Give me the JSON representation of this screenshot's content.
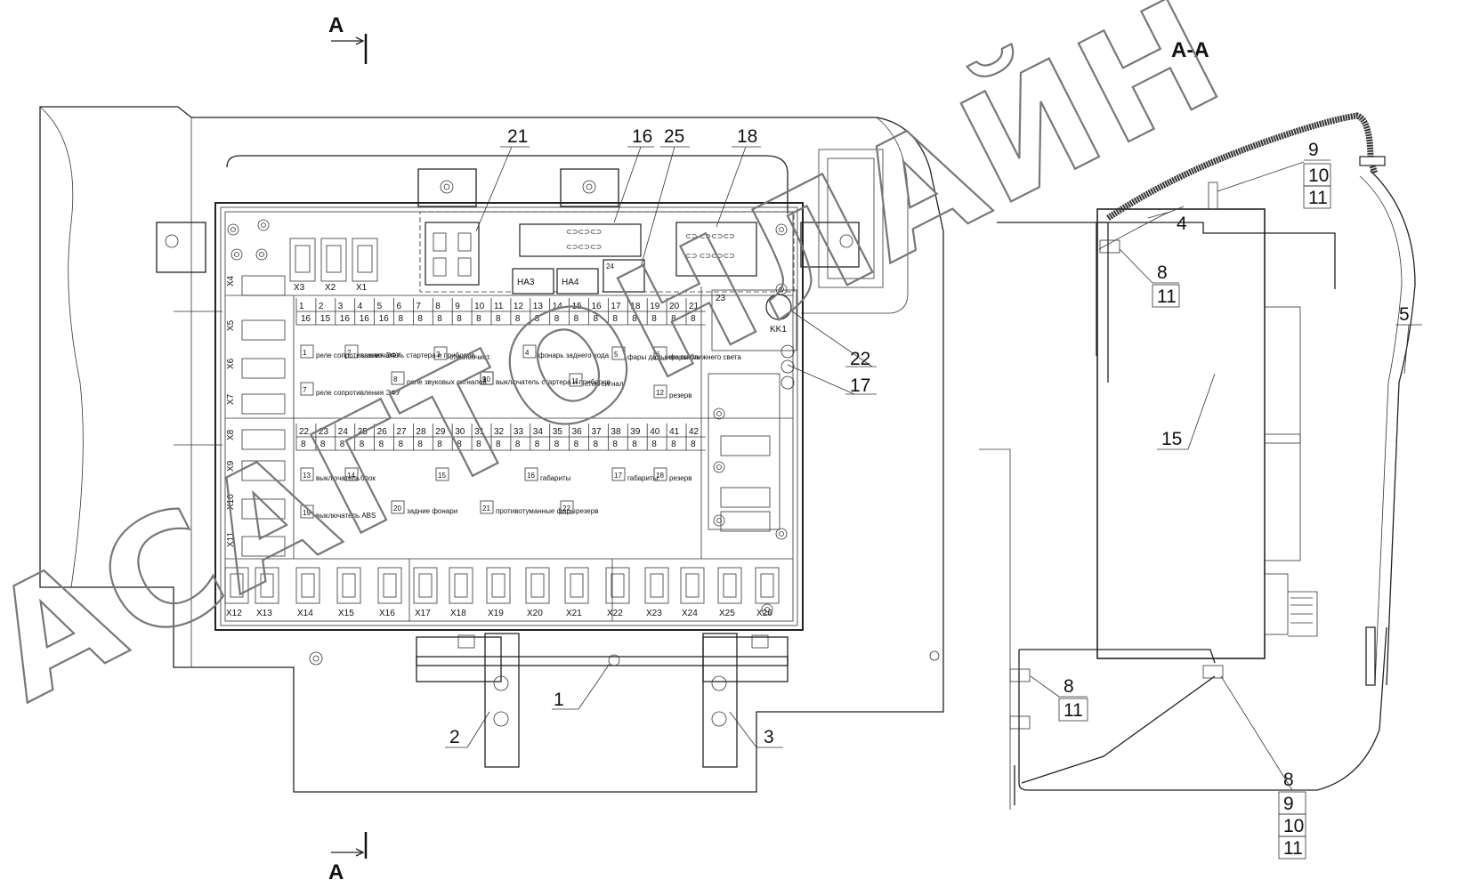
{
  "section": {
    "cut_letter": "A",
    "view_title": "A-A"
  },
  "callouts_main": [
    "1",
    "2",
    "3",
    "16",
    "17",
    "18",
    "21",
    "22",
    "25"
  ],
  "callouts_section": [
    "4",
    "5",
    "15"
  ],
  "callout_stacks": [
    [
      "9",
      "10",
      "11"
    ],
    [
      "8",
      "11"
    ],
    [
      "8",
      "11"
    ],
    [
      "8",
      "9",
      "10",
      "11"
    ]
  ],
  "connectors_top": [
    "X3",
    "X2",
    "X1"
  ],
  "connectors_left": [
    "X4",
    "X5",
    "X6",
    "X7",
    "X8",
    "X9",
    "X10",
    "X11"
  ],
  "connectors_bottom": [
    "X12",
    "X13",
    "X14",
    "X15",
    "X16",
    "X17",
    "X18",
    "X19",
    "X20",
    "X21",
    "X22",
    "X23",
    "X24",
    "X25",
    "X26"
  ],
  "relays": [
    "HA3",
    "HA4",
    "KK1"
  ],
  "relay_slots": [
    "23",
    "24"
  ],
  "fuse_row1": {
    "numbers": [
      "1",
      "2",
      "3",
      "4",
      "5",
      "6",
      "7",
      "8",
      "9",
      "10",
      "11",
      "12",
      "13",
      "14",
      "15",
      "16",
      "17",
      "18",
      "19",
      "20",
      "21"
    ],
    "ratings": [
      "16",
      "15",
      "16",
      "16",
      "16",
      "8",
      "8",
      "8",
      "8",
      "8",
      "8",
      "8",
      "8",
      "8",
      "8",
      "8",
      "8",
      "8",
      "8",
      "8",
      "8"
    ]
  },
  "fuse_row2": {
    "numbers": [
      "22",
      "23",
      "24",
      "25",
      "26",
      "27",
      "28",
      "29",
      "30",
      "31",
      "32",
      "33",
      "34",
      "35",
      "36",
      "37",
      "38",
      "39",
      "40",
      "41",
      "42"
    ],
    "ratings": [
      "8",
      "8",
      "8",
      "8",
      "8",
      "8",
      "8",
      "8",
      "8",
      "8",
      "8",
      "8",
      "8",
      "8",
      "8",
      "8",
      "8",
      "8",
      "8",
      "8",
      "8"
    ]
  },
  "function_boxes": [
    {
      "no": "1",
      "label": "реле сопротивления ЭФУ"
    },
    {
      "no": "2",
      "label": "выключатель стартера и приборов"
    },
    {
      "no": "3",
      "label": "стеклоочист."
    },
    {
      "no": "4",
      "label": "фонарь заднего хода"
    },
    {
      "no": "5",
      "label": "фары дальнего света"
    },
    {
      "no": "6",
      "label": "фары ближнего света"
    },
    {
      "no": "7",
      "label": "реле сопротивления ЭФУ"
    },
    {
      "no": "8",
      "label": "реле звуковых сигналов"
    },
    {
      "no": "9",
      "label": "выключатель стартера и приборов"
    },
    {
      "no": "10",
      "label": ""
    },
    {
      "no": "11",
      "label": "стоп сигнал"
    },
    {
      "no": "12",
      "label": "резерв"
    },
    {
      "no": "13",
      "label": "выключатель"
    },
    {
      "no": "14",
      "label": "блок"
    },
    {
      "no": "15",
      "label": ""
    },
    {
      "no": "16",
      "label": "габариты"
    },
    {
      "no": "17",
      "label": "габариты"
    },
    {
      "no": "18",
      "label": "резерв"
    },
    {
      "no": "19",
      "label": "выключатель ABS"
    },
    {
      "no": "20",
      "label": "задние фонари"
    },
    {
      "no": "21",
      "label": "противотуманные фары"
    },
    {
      "no": "22",
      "label": "резерв"
    }
  ],
  "watermark": "АСАГТОНЛАЙН"
}
